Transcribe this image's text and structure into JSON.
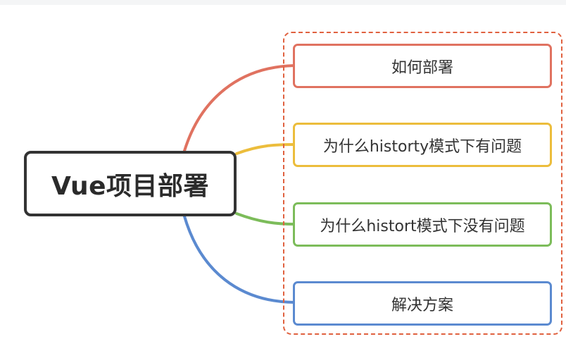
{
  "mindmap": {
    "root": {
      "label": "Vue项目部署"
    },
    "topics": [
      {
        "label": "如何部署",
        "color": "#e07260"
      },
      {
        "label": "为什么historty模式下有问题",
        "color": "#ecbd3c"
      },
      {
        "label": "为什么histort模式下没有问题",
        "color": "#7cbc5a"
      },
      {
        "label": "解决方案",
        "color": "#5b8ad0"
      }
    ],
    "group_border_color": "#e0613f",
    "root_border_color": "#333333"
  }
}
